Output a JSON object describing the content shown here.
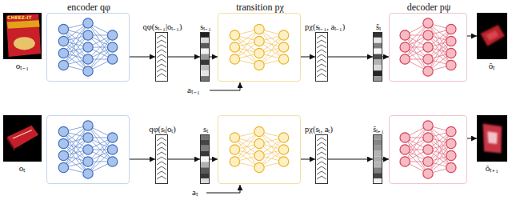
{
  "diagram": {
    "nodes": [
      {
        "text": [
          "oₜ₋₁"
        ]
      },
      {
        "text": [
          "encoder qφ"
        ]
      },
      {
        "text": [
          "qφ(sₜ₋₁|oₜ₋₁)"
        ]
      },
      {
        "text": [
          "sₜ₋₁"
        ]
      },
      {
        "text": [
          "transition pχ"
        ]
      },
      {
        "text": [
          "pχ(sₜ₋₁, aₜ₋₁)"
        ]
      },
      {
        "text": [
          "ŝₜ"
        ]
      },
      {
        "text": [
          "decoder pψ"
        ]
      },
      {
        "text": [
          "ôₜ"
        ]
      },
      {
        "text": [
          "oₜ"
        ]
      },
      {
        "text": []
      },
      {
        "text": [
          "qφ(sₜ|oₜ)"
        ]
      },
      {
        "text": [
          "sₜ"
        ]
      },
      {
        "text": []
      },
      {
        "text": [
          "pχ(sₜ, aₜ)"
        ]
      },
      {
        "text": [
          "ŝₜ₊₁"
        ]
      },
      {
        "text": []
      },
      {
        "text": [
          "ôₜ₊₁"
        ]
      }
    ],
    "edges": [
      {
        "from": 1,
        "to": 2,
        "arrow": "to"
      },
      {
        "from": 2,
        "to": 3,
        "arrow": "to"
      },
      {
        "from": 3,
        "to": 4,
        "arrow": "to"
      },
      {
        "from": 4,
        "to": 5,
        "arrow": "to"
      },
      {
        "from": 5,
        "to": 6,
        "arrow": "to"
      },
      {
        "from": 6,
        "to": 7,
        "arrow": "to"
      },
      {
        "from": 7,
        "to": 8,
        "arrow": "to"
      },
      {
        "from": 10,
        "to": 11,
        "arrow": "to"
      },
      {
        "from": 11,
        "to": 12,
        "arrow": "to"
      },
      {
        "from": 12,
        "to": 13,
        "arrow": "to"
      },
      {
        "from": 13,
        "to": 14,
        "arrow": "to"
      },
      {
        "from": 14,
        "to": 15,
        "arrow": "to"
      },
      {
        "from": 15,
        "to": 16,
        "arrow": "to"
      },
      {
        "from": 16,
        "to": 17,
        "arrow": "to"
      }
    ],
    "labels": [
      "CHEEZ-IT",
      "aₜ₋₁",
      "aₜ"
    ]
  }
}
